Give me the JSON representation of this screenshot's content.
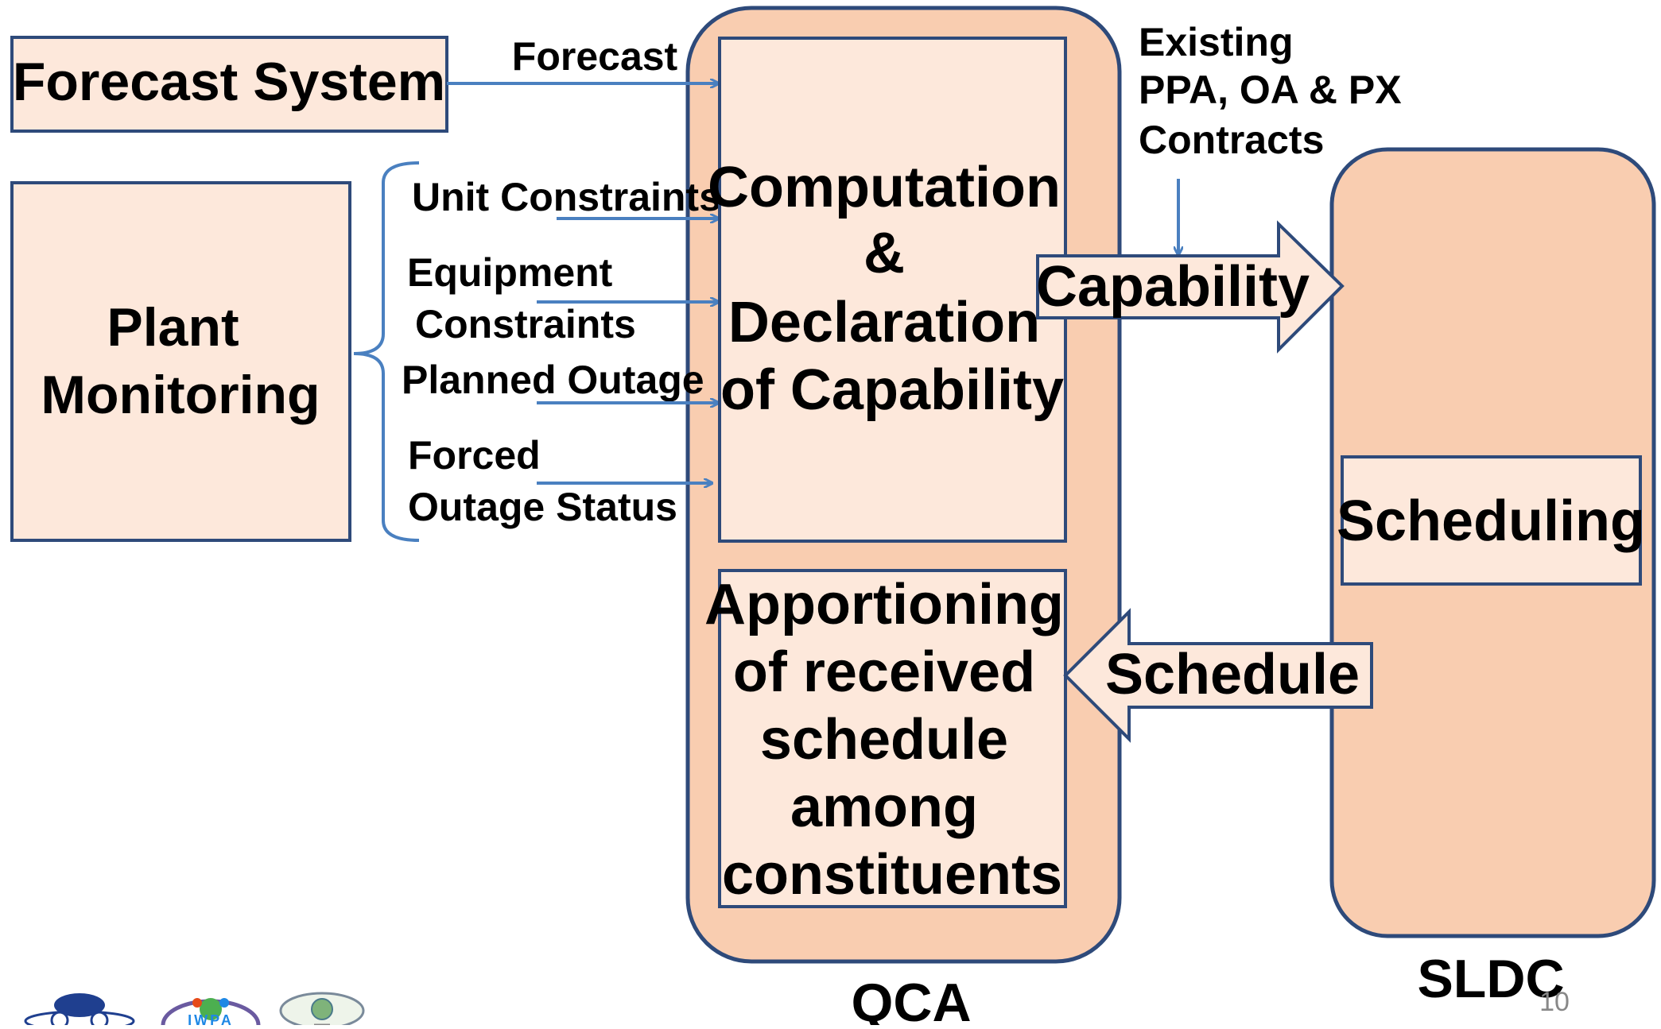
{
  "diagram": {
    "forecast_system": "Forecast System",
    "plant_monitoring": [
      "Plant",
      "Monitoring"
    ],
    "forecast_label": "Forecast",
    "inputs": {
      "unit_constraints": "Unit Constraints",
      "equipment_constraints": [
        "Equipment",
        "Constraints"
      ],
      "planned_outage": "Planned Outage",
      "forced_outage_status": [
        "Forced",
        "Outage Status"
      ]
    },
    "computation": [
      "Computation",
      "&",
      "Declaration",
      "of Capability"
    ],
    "apportioning": [
      "Apportioning",
      "of received",
      "schedule",
      "among",
      "constituents"
    ],
    "existing_contracts": [
      "Existing",
      "PPA, OA & PX",
      "Contracts"
    ],
    "capability_arrow": "Capability",
    "schedule_arrow": "Schedule",
    "scheduling": "Scheduling",
    "qca_label": "QCA",
    "sldc_label": "SLDC",
    "page_number": "10",
    "logo_text": "IWPA"
  },
  "colors": {
    "box_fill": "#fde8db",
    "container_fill": "#f9cdb0",
    "border": "#2e4a7a",
    "connector": "#4a80c0"
  }
}
